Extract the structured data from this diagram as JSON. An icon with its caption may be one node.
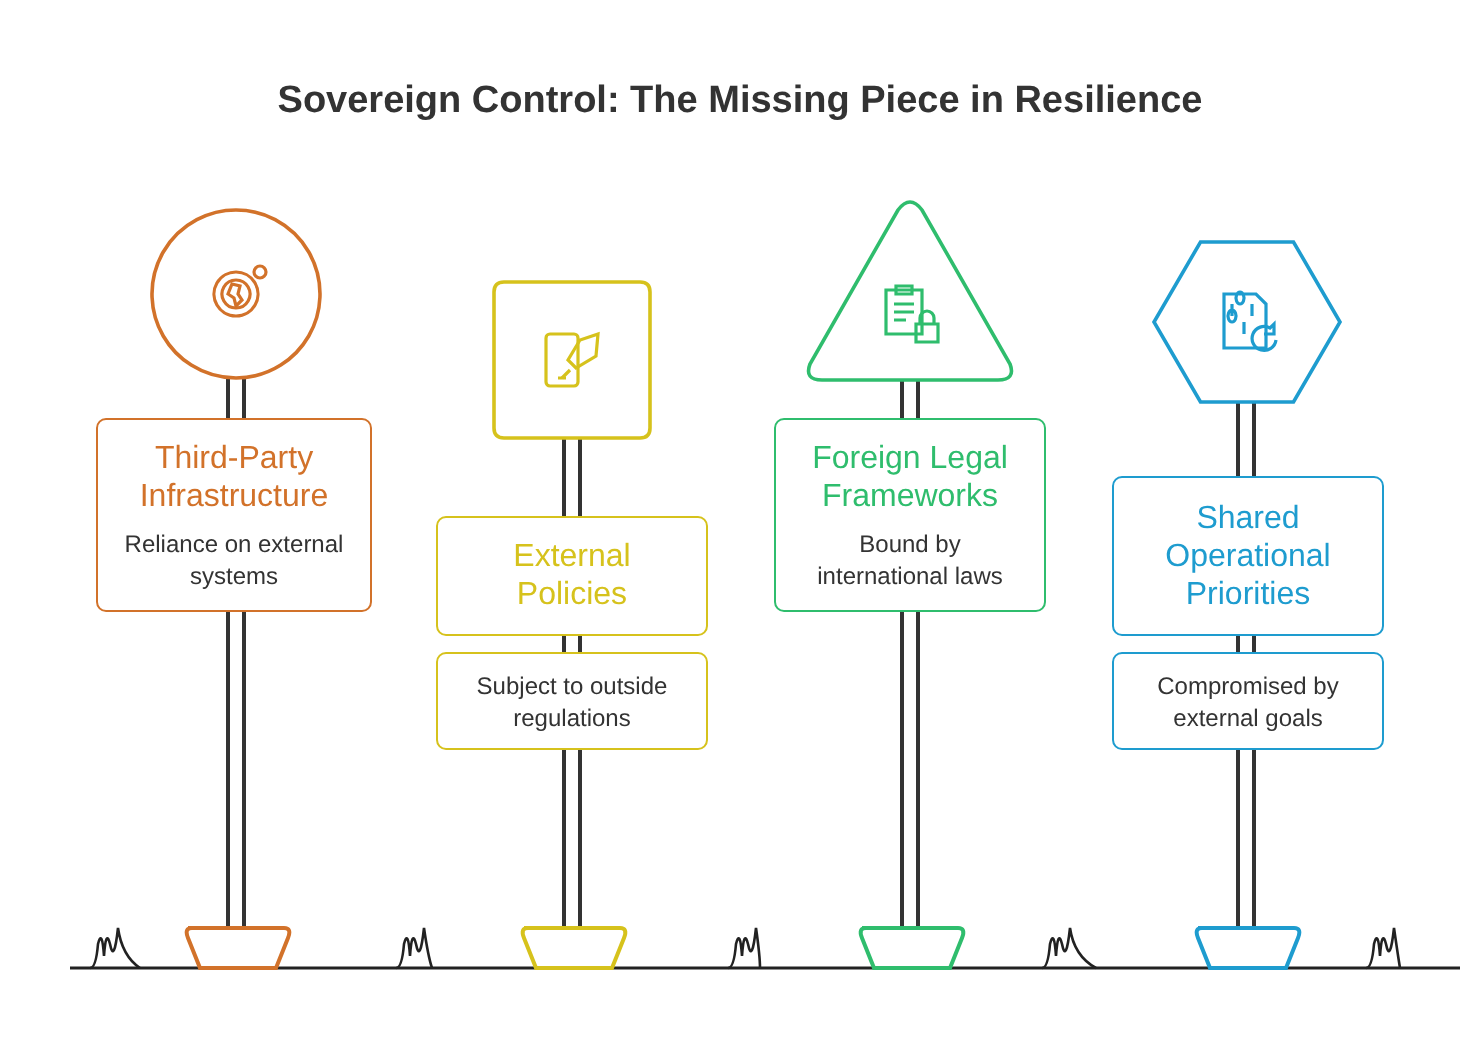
{
  "diagram": {
    "title": "Sovereign Control: The Missing Piece in Resilience",
    "nodes": [
      {
        "text": [],
        "shape": "circle"
      },
      {
        "text": [
          "Third-Party Infrastructure",
          "Reliance on external systems"
        ]
      },
      {
        "text": [],
        "shape": "box"
      },
      {
        "text": [
          "External Policies"
        ]
      },
      {
        "text": [
          "Subject to outside regulations"
        ]
      },
      {
        "text": [],
        "shape": "triangle"
      },
      {
        "text": [
          "Foreign Legal Frameworks",
          "Bound by international laws"
        ]
      },
      {
        "text": [],
        "shape": "hexagon"
      },
      {
        "text": [
          "Shared Operational Priorities"
        ]
      },
      {
        "text": [
          "Compromised by external goals"
        ]
      }
    ],
    "edges": []
  }
}
